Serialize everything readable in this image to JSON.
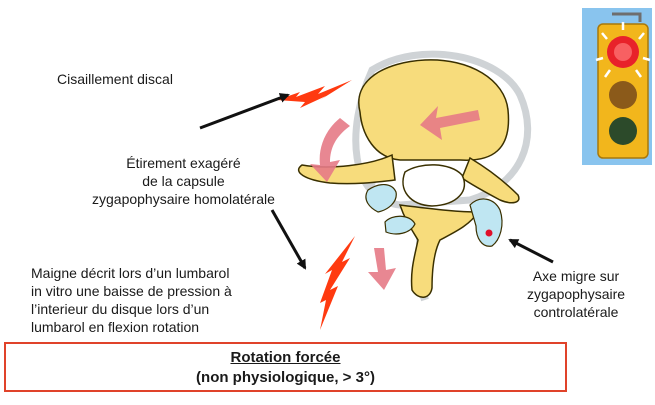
{
  "labels": {
    "cisaillement": "Cisaillement discal",
    "etirement": [
      "Étirement exagéré",
      "de la capsule",
      "zygapophysaire homolatérale"
    ],
    "maigne": [
      "Maigne décrit lors d’un lumbarol",
      "in vitro une baisse de pression à",
      "l’interieur du disque lors d’un",
      "lumbarol en flexion rotation"
    ],
    "axe": [
      "Axe migre sur",
      "zygapophysaire",
      "controlatérale"
    ]
  },
  "callout": {
    "title": "Rotation forcée",
    "subtitle": "(non physiologique, > 3°)"
  },
  "colors": {
    "bone": "#f7dc7c",
    "bone_outline": "#3a3000",
    "ghost": "#cfd3d6",
    "cartilage": "#bfe6f2",
    "arrow_pink": "#e67a86",
    "lightning": "#ff3a10",
    "callout_border": "#e0432a",
    "traffic_light_body": "#f2b61c",
    "traffic_light_background": "#89c4ee"
  },
  "icons": {
    "traffic_light": "traffic-light-icon",
    "lightning": "lightning-bolt-icon"
  }
}
